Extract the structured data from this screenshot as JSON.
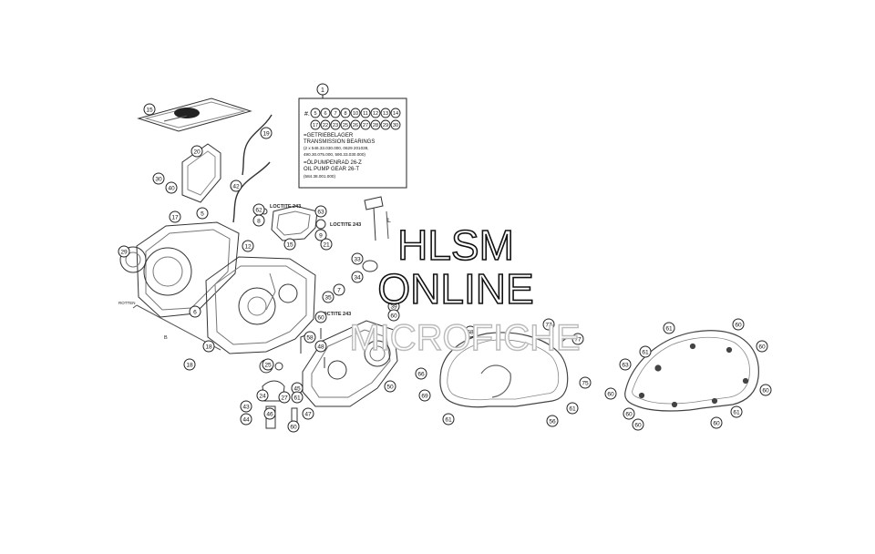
{
  "infobox": {
    "index": "1",
    "hash": "#.",
    "row1": [
      "5",
      "6",
      "7",
      "8",
      "10",
      "11",
      "12",
      "13",
      "14"
    ],
    "row2": [
      "17",
      "22",
      "23",
      "25",
      "26",
      "27",
      "28",
      "29",
      "30"
    ],
    "lines": [
      "=GETRIEBELAGER",
      "TRANSMISSION BEARINGS",
      "(2 x 546.33.030.000, 0629 201039,",
      "490.30.075.000, 590.33.030.000)",
      "=ÖLPUMPENRAD 26-Z",
      "OIL PUMP GEAR 26-T",
      "(584.38.001.000)"
    ]
  },
  "notes": {
    "loctite1": "LOCTITE 243",
    "loctite2": "LOCTITE 243",
    "loctite3": "LOCTITE 243",
    "dim_l": "L",
    "dim_b": "B",
    "left_note": "ROTTEN"
  },
  "callouts": [
    {
      "label": "15"
    },
    {
      "label": "19"
    },
    {
      "label": "20"
    },
    {
      "label": "30"
    },
    {
      "label": "40"
    },
    {
      "label": "42"
    },
    {
      "label": "17"
    },
    {
      "label": "5"
    },
    {
      "label": "29"
    },
    {
      "label": "62"
    },
    {
      "label": "8"
    },
    {
      "label": "63"
    },
    {
      "label": "9"
    },
    {
      "label": "21"
    },
    {
      "label": "12"
    },
    {
      "label": "15"
    },
    {
      "label": "33"
    },
    {
      "label": "34"
    },
    {
      "label": "7"
    },
    {
      "label": "6"
    },
    {
      "label": "35"
    },
    {
      "label": "18"
    },
    {
      "label": "18"
    },
    {
      "label": "25"
    },
    {
      "label": "24"
    },
    {
      "label": "27"
    },
    {
      "label": "58"
    },
    {
      "label": "43"
    },
    {
      "label": "44"
    },
    {
      "label": "46"
    },
    {
      "label": "47"
    },
    {
      "label": "45"
    },
    {
      "label": "61"
    },
    {
      "label": "60"
    },
    {
      "label": "48"
    },
    {
      "label": "50"
    },
    {
      "label": "39"
    },
    {
      "label": "68"
    },
    {
      "label": "77"
    },
    {
      "label": "77"
    },
    {
      "label": "66"
    },
    {
      "label": "69"
    },
    {
      "label": "75"
    },
    {
      "label": "61"
    },
    {
      "label": "56"
    },
    {
      "label": "61"
    },
    {
      "label": "61"
    },
    {
      "label": "60"
    },
    {
      "label": "60"
    },
    {
      "label": "61"
    },
    {
      "label": "63"
    },
    {
      "label": "60"
    },
    {
      "label": "60"
    },
    {
      "label": "60"
    },
    {
      "label": "60"
    },
    {
      "label": "60"
    },
    {
      "label": "61"
    },
    {
      "label": "60"
    },
    {
      "label": "60"
    }
  ],
  "watermark": {
    "line1": "HLSM",
    "line2": "ONLINE",
    "line3": "MICROFICHE"
  }
}
